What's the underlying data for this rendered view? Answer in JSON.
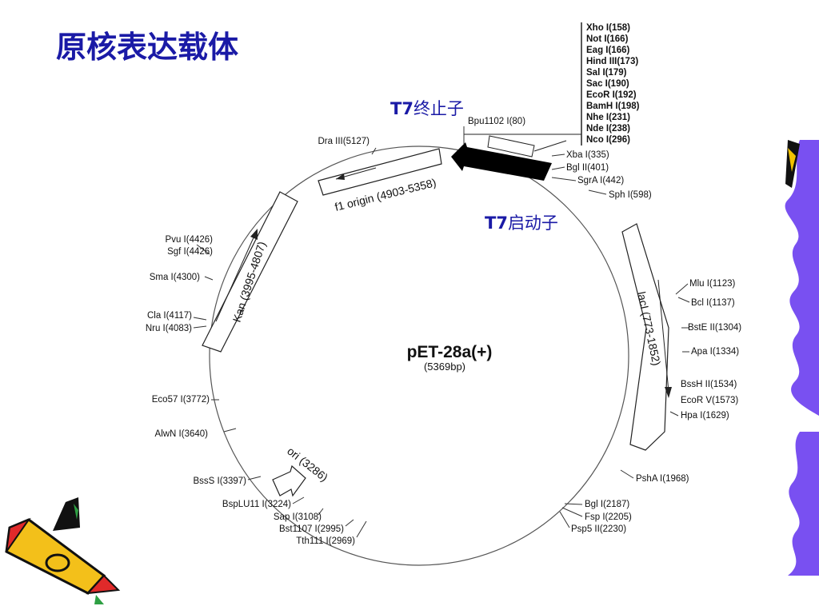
{
  "slide": {
    "title": "原核表达载体",
    "annotations": {
      "terminator": {
        "bold": "T7",
        "text": "终止子"
      },
      "promoter": {
        "bold": "T7",
        "text": "启动子"
      }
    }
  },
  "plasmid": {
    "name": "pET-28a(+)",
    "size": "(5369bp)",
    "features": {
      "f1": "f1 origin (4903-5358)",
      "kan": "Kan (3995-4807)",
      "lacI": "lacI (773-1852)",
      "ori": "ori (3286)"
    },
    "mcs_sites": [
      "Xho I(158)",
      "Not I(166)",
      "Eag I(166)",
      "Hind III(173)",
      "Sal I(179)",
      "Sac I(190)",
      "EcoR I(192)",
      "BamH I(198)",
      "Nhe I(231)",
      "Nde I(238)",
      "Nco I(296)"
    ],
    "sites": {
      "bpu1102": "Bpu1102 I(80)",
      "xba": "Xba I(335)",
      "bgl2": "Bgl II(401)",
      "sgra": "SgrA I(442)",
      "sph": "Sph I(598)",
      "mlu": "Mlu I(1123)",
      "bcl": "Bcl I(1137)",
      "bste": "BstE II(1304)",
      "apa": "Apa I(1334)",
      "bssh": "BssH II(1534)",
      "ecorv": "EcoR V(1573)",
      "hpa": "Hpa I(1629)",
      "psha": "PshA I(1968)",
      "bgl1": "Bgl I(2187)",
      "fsp": "Fsp I(2205)",
      "psp5": "Psp5 II(2230)",
      "dra3": "Dra III(5127)",
      "pvu": "Pvu I(4426)",
      "sgf": "Sgf I(4426)",
      "sma": "Sma I(4300)",
      "cla": "Cla I(4117)",
      "nru": "Nru I(4083)",
      "eco57": "Eco57 I(3772)",
      "alwn": "AlwN I(3640)",
      "bsss": "BssS I(3397)",
      "bsplu11": "BspLU11 I(3224)",
      "sap": "Sap I(3108)",
      "bst1107": "Bst1107 I(2995)",
      "tth111": "Tth111 I(2969)"
    }
  }
}
